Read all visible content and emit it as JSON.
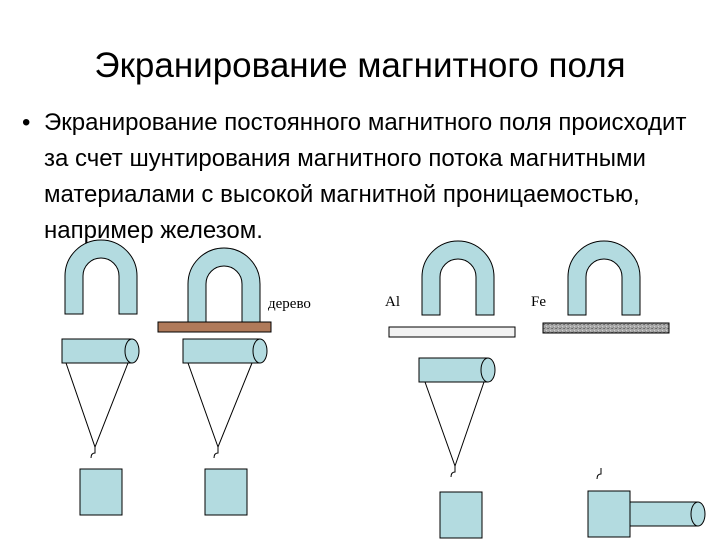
{
  "slide": {
    "title": "Экранирование магнитного поля",
    "bullet_symbol": "•",
    "bullet_text": "Экранирование постоянного магнитного поля происходит за счет шунтирования магнитного потока магнитными материалами с высокой магнитной проницаемостью, например железом."
  },
  "diagram": {
    "labels": {
      "wood": "дерево",
      "aluminum": "Al",
      "iron": "Fe"
    },
    "colors": {
      "magnet_fill": "#b3dbe0",
      "stroke": "#000000",
      "wood_plate": "#b07a5a",
      "aluminum_plate": "#f2f2f2",
      "iron_plate": "#9a9a9a"
    }
  }
}
